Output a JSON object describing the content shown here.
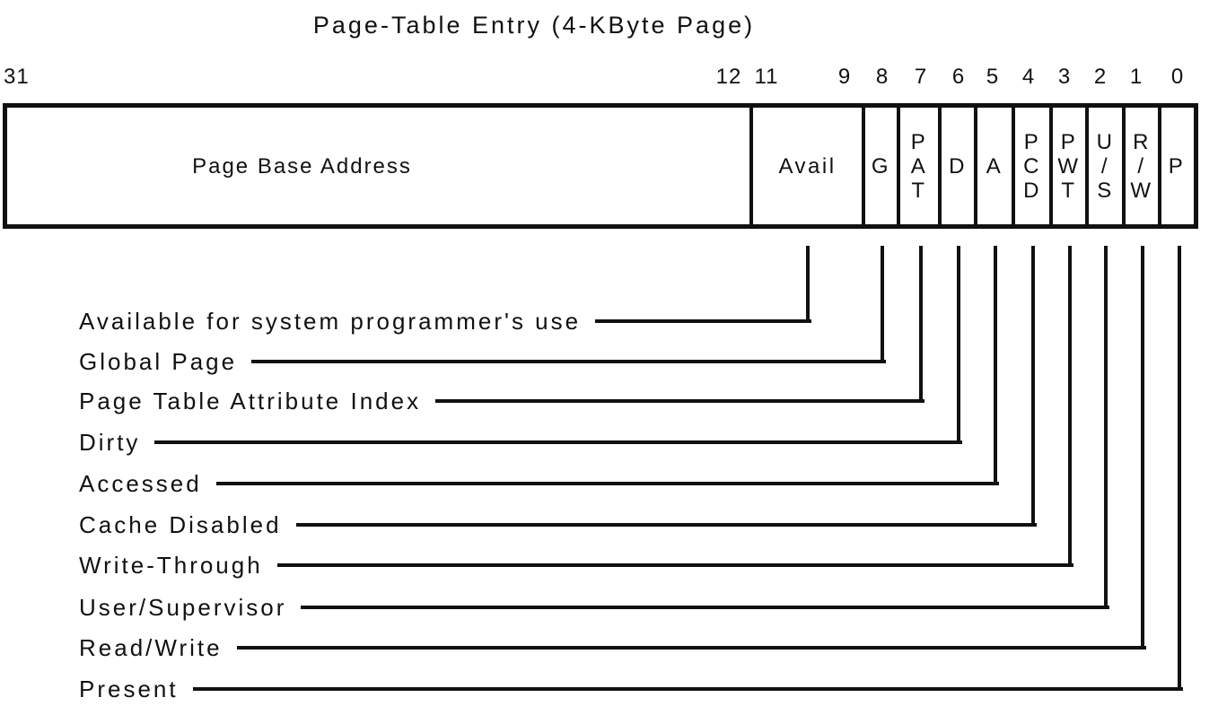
{
  "title": "Page-Table Entry (4-KByte Page)",
  "bit_ruler": [
    "31",
    "12",
    "11",
    "9",
    "8",
    "7",
    "6",
    "5",
    "4",
    "3",
    "2",
    "1",
    "0"
  ],
  "fields": [
    {
      "name": "Page Base Address",
      "display": "Page Base Address",
      "bit_range": "31-12"
    },
    {
      "name": "Avail",
      "display": "Avail",
      "bit_range": "11-9"
    },
    {
      "name": "G",
      "display": "G",
      "bit_range": "8"
    },
    {
      "name": "PAT",
      "display": "P\nA\nT",
      "bit_range": "7"
    },
    {
      "name": "D",
      "display": "D",
      "bit_range": "6"
    },
    {
      "name": "A",
      "display": "A",
      "bit_range": "5"
    },
    {
      "name": "PCD",
      "display": "P\nC\nD",
      "bit_range": "4"
    },
    {
      "name": "PWT",
      "display": "P\nW\nT",
      "bit_range": "3"
    },
    {
      "name": "US",
      "display": "U\n/\nS",
      "bit_range": "2"
    },
    {
      "name": "RW",
      "display": "R\n/\nW",
      "bit_range": "1"
    },
    {
      "name": "P",
      "display": "P",
      "bit_range": "0"
    }
  ],
  "legend": [
    {
      "label": "Available for system programmer's use",
      "field": "Avail"
    },
    {
      "label": "Global Page",
      "field": "G"
    },
    {
      "label": "Page Table Attribute Index",
      "field": "PAT"
    },
    {
      "label": "Dirty",
      "field": "D"
    },
    {
      "label": "Accessed",
      "field": "A"
    },
    {
      "label": "Cache Disabled",
      "field": "PCD"
    },
    {
      "label": "Write-Through",
      "field": "PWT"
    },
    {
      "label": "User/Supervisor",
      "field": "US"
    },
    {
      "label": "Read/Write",
      "field": "RW"
    },
    {
      "label": "Present",
      "field": "P"
    }
  ],
  "colors": {
    "ink": "#111111",
    "background": "#ffffff"
  }
}
